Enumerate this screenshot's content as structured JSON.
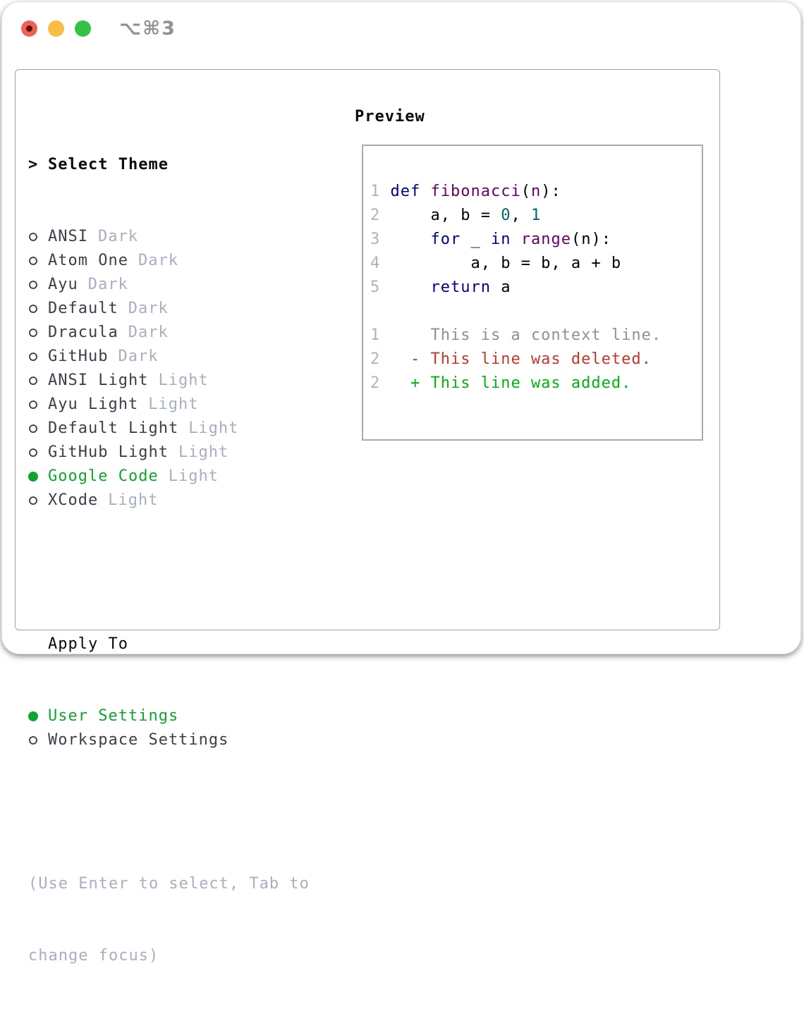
{
  "window": {
    "title": "⌥⌘3"
  },
  "colors": {
    "traffic_red": "#ef6056",
    "traffic_yellow": "#f8bd42",
    "traffic_green": "#33c447",
    "ui_selected_green": "#10a62d",
    "diff_added_green": "#00b30f",
    "diff_deleted_red": "#c3372a",
    "syntax_keyword_blue": "#000088",
    "syntax_function_purple": "#660066",
    "syntax_literal_teal": "#006666",
    "muted_gray": "#a6b0be",
    "text_dark": "#3a4049"
  },
  "theme_selector": {
    "prompt": ">",
    "heading": "Select Theme",
    "options": [
      {
        "name": "ANSI",
        "variant": "Dark",
        "selected": false
      },
      {
        "name": "Atom One",
        "variant": "Dark",
        "selected": false
      },
      {
        "name": "Ayu",
        "variant": "Dark",
        "selected": false
      },
      {
        "name": "Default",
        "variant": "Dark",
        "selected": false
      },
      {
        "name": "Dracula",
        "variant": "Dark",
        "selected": false
      },
      {
        "name": "GitHub",
        "variant": "Dark",
        "selected": false
      },
      {
        "name": "ANSI Light",
        "variant": "Light",
        "selected": false
      },
      {
        "name": "Ayu Light",
        "variant": "Light",
        "selected": false
      },
      {
        "name": "Default Light",
        "variant": "Light",
        "selected": false
      },
      {
        "name": "GitHub Light",
        "variant": "Light",
        "selected": false
      },
      {
        "name": "Google Code",
        "variant": "Light",
        "selected": true
      },
      {
        "name": "XCode",
        "variant": "Light",
        "selected": false
      }
    ]
  },
  "apply_to": {
    "heading": "Apply To",
    "options": [
      {
        "label": "User Settings",
        "selected": true
      },
      {
        "label": "Workspace Settings",
        "selected": false
      }
    ]
  },
  "hint_lines": [
    "(Use Enter to select, Tab to",
    "change focus)"
  ],
  "preview": {
    "heading": "Preview",
    "lines": [
      [
        {
          "t": "1 ",
          "s": "ln"
        },
        {
          "t": "def",
          "s": "kw"
        },
        {
          "t": " ",
          "s": "pl"
        },
        {
          "t": "fibonacci",
          "s": "fn"
        },
        {
          "t": "(",
          "s": "pl"
        },
        {
          "t": "n",
          "s": "fn"
        },
        {
          "t": "):",
          "s": "pl"
        }
      ],
      [
        {
          "t": "2 ",
          "s": "ln"
        },
        {
          "t": "    a, b = ",
          "s": "pl"
        },
        {
          "t": "0",
          "s": "lit"
        },
        {
          "t": ", ",
          "s": "pl"
        },
        {
          "t": "1",
          "s": "lit"
        }
      ],
      [
        {
          "t": "3 ",
          "s": "ln"
        },
        {
          "t": "    ",
          "s": "pl"
        },
        {
          "t": "for",
          "s": "kw"
        },
        {
          "t": " _ ",
          "s": "pl"
        },
        {
          "t": "in",
          "s": "kw"
        },
        {
          "t": " ",
          "s": "pl"
        },
        {
          "t": "range",
          "s": "fn"
        },
        {
          "t": "(n):",
          "s": "pl"
        }
      ],
      [
        {
          "t": "4 ",
          "s": "ln"
        },
        {
          "t": "        a, b = b, a + b",
          "s": "pl"
        }
      ],
      [
        {
          "t": "5 ",
          "s": "ln"
        },
        {
          "t": "    ",
          "s": "pl"
        },
        {
          "t": "return",
          "s": "kw"
        },
        {
          "t": " a",
          "s": "pl"
        }
      ],
      [],
      [
        {
          "t": "1",
          "s": "ln"
        },
        {
          "t": "     This is a context line.",
          "s": "ctx"
        }
      ],
      [
        {
          "t": "2",
          "s": "ln"
        },
        {
          "t": "   ",
          "s": "pl"
        },
        {
          "t": "- This line was deleted.",
          "s": "del"
        }
      ],
      [
        {
          "t": "2",
          "s": "ln"
        },
        {
          "t": "   ",
          "s": "pl"
        },
        {
          "t": "+ This line was added.",
          "s": "add"
        }
      ]
    ]
  }
}
